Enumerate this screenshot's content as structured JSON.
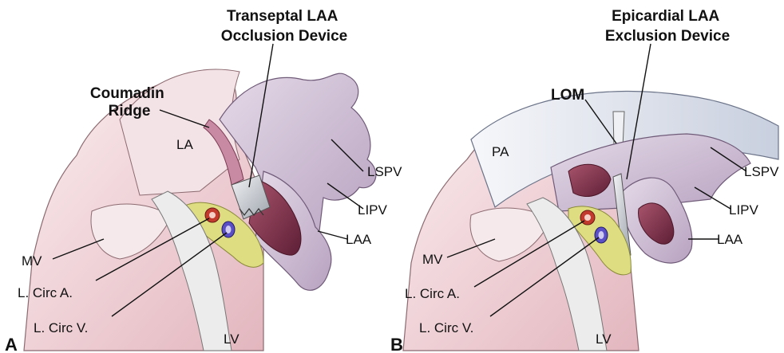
{
  "colors": {
    "background": "#ffffff",
    "heart_pink": "#e7c1c8",
    "heart_pink_dark": "#c98a98",
    "appendage_purple": "#c9b8cf",
    "appendage_purple_dark": "#9a7fa3",
    "ridge_purple": "#c38aa0",
    "lumen_maroon": "#7b2a45",
    "fat_yellow": "#d9d97a",
    "artery_red": "#c23a2e",
    "vein_blue": "#5a4fc4",
    "vessel_gray": "#dcdcdc",
    "pa_blue_gray": "#cfd6e4",
    "device_gray": "#b7bcc4"
  },
  "panel_a": {
    "letter": "A",
    "title": "Transeptal LAA\nOcclusion Device",
    "labels": {
      "ridge": "Coumadin\nRidge",
      "la": "LA",
      "lspv": "LSPV",
      "lipv": "LIPV",
      "laa": "LAA",
      "mv": "MV",
      "circ_a": "L. Circ A.",
      "circ_v": "L. Circ V.",
      "lv": "LV"
    },
    "icons": [
      "heart-anatomy-illustration",
      "occluder-device-icon"
    ]
  },
  "panel_b": {
    "letter": "B",
    "title": "Epicardial LAA\nExclusion Device",
    "labels": {
      "lom": "LOM",
      "pa": "PA",
      "lspv": "LSPV",
      "lipv": "LIPV",
      "laa": "LAA",
      "mv": "MV",
      "circ_a": "L. Circ A.",
      "circ_v": "L. Circ V.",
      "lv": "LV"
    },
    "icons": [
      "heart-anatomy-illustration",
      "clip-device-icon"
    ]
  }
}
